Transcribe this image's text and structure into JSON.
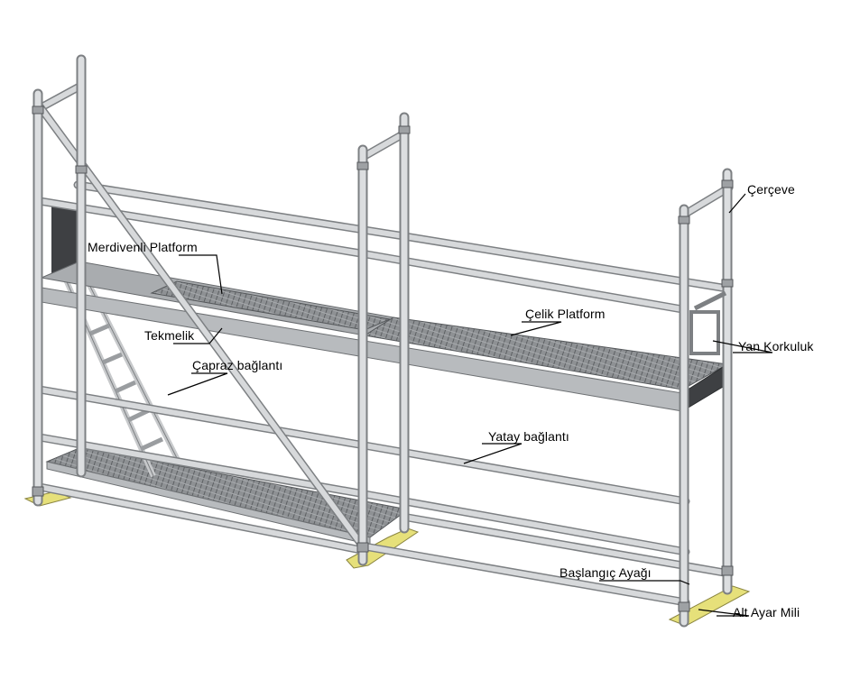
{
  "labels": {
    "cerceve": "Çerçeve",
    "merdivenli_platform": "Merdivenli Platform",
    "celik_platform": "Çelik Platform",
    "tekmelik": "Tekmelik",
    "yan_korkuluk": "Yan Korkuluk",
    "capraz_baglanti": "Çapraz bağlantı",
    "yatay_baglanti": "Yatay bağlantı",
    "baslangic_ayagi": "Başlangıç Ayağı",
    "alt_ayar_mili": "Alt Ayar Mili"
  },
  "colors": {
    "tube": "#c7c9cb",
    "tube_edge": "#7d8083",
    "deck": "#a9acaf",
    "grating": "#6f7275",
    "toeboard": "#b8bbbe",
    "dark_panel": "#3e4043",
    "base_plate": "#e6e07a"
  }
}
